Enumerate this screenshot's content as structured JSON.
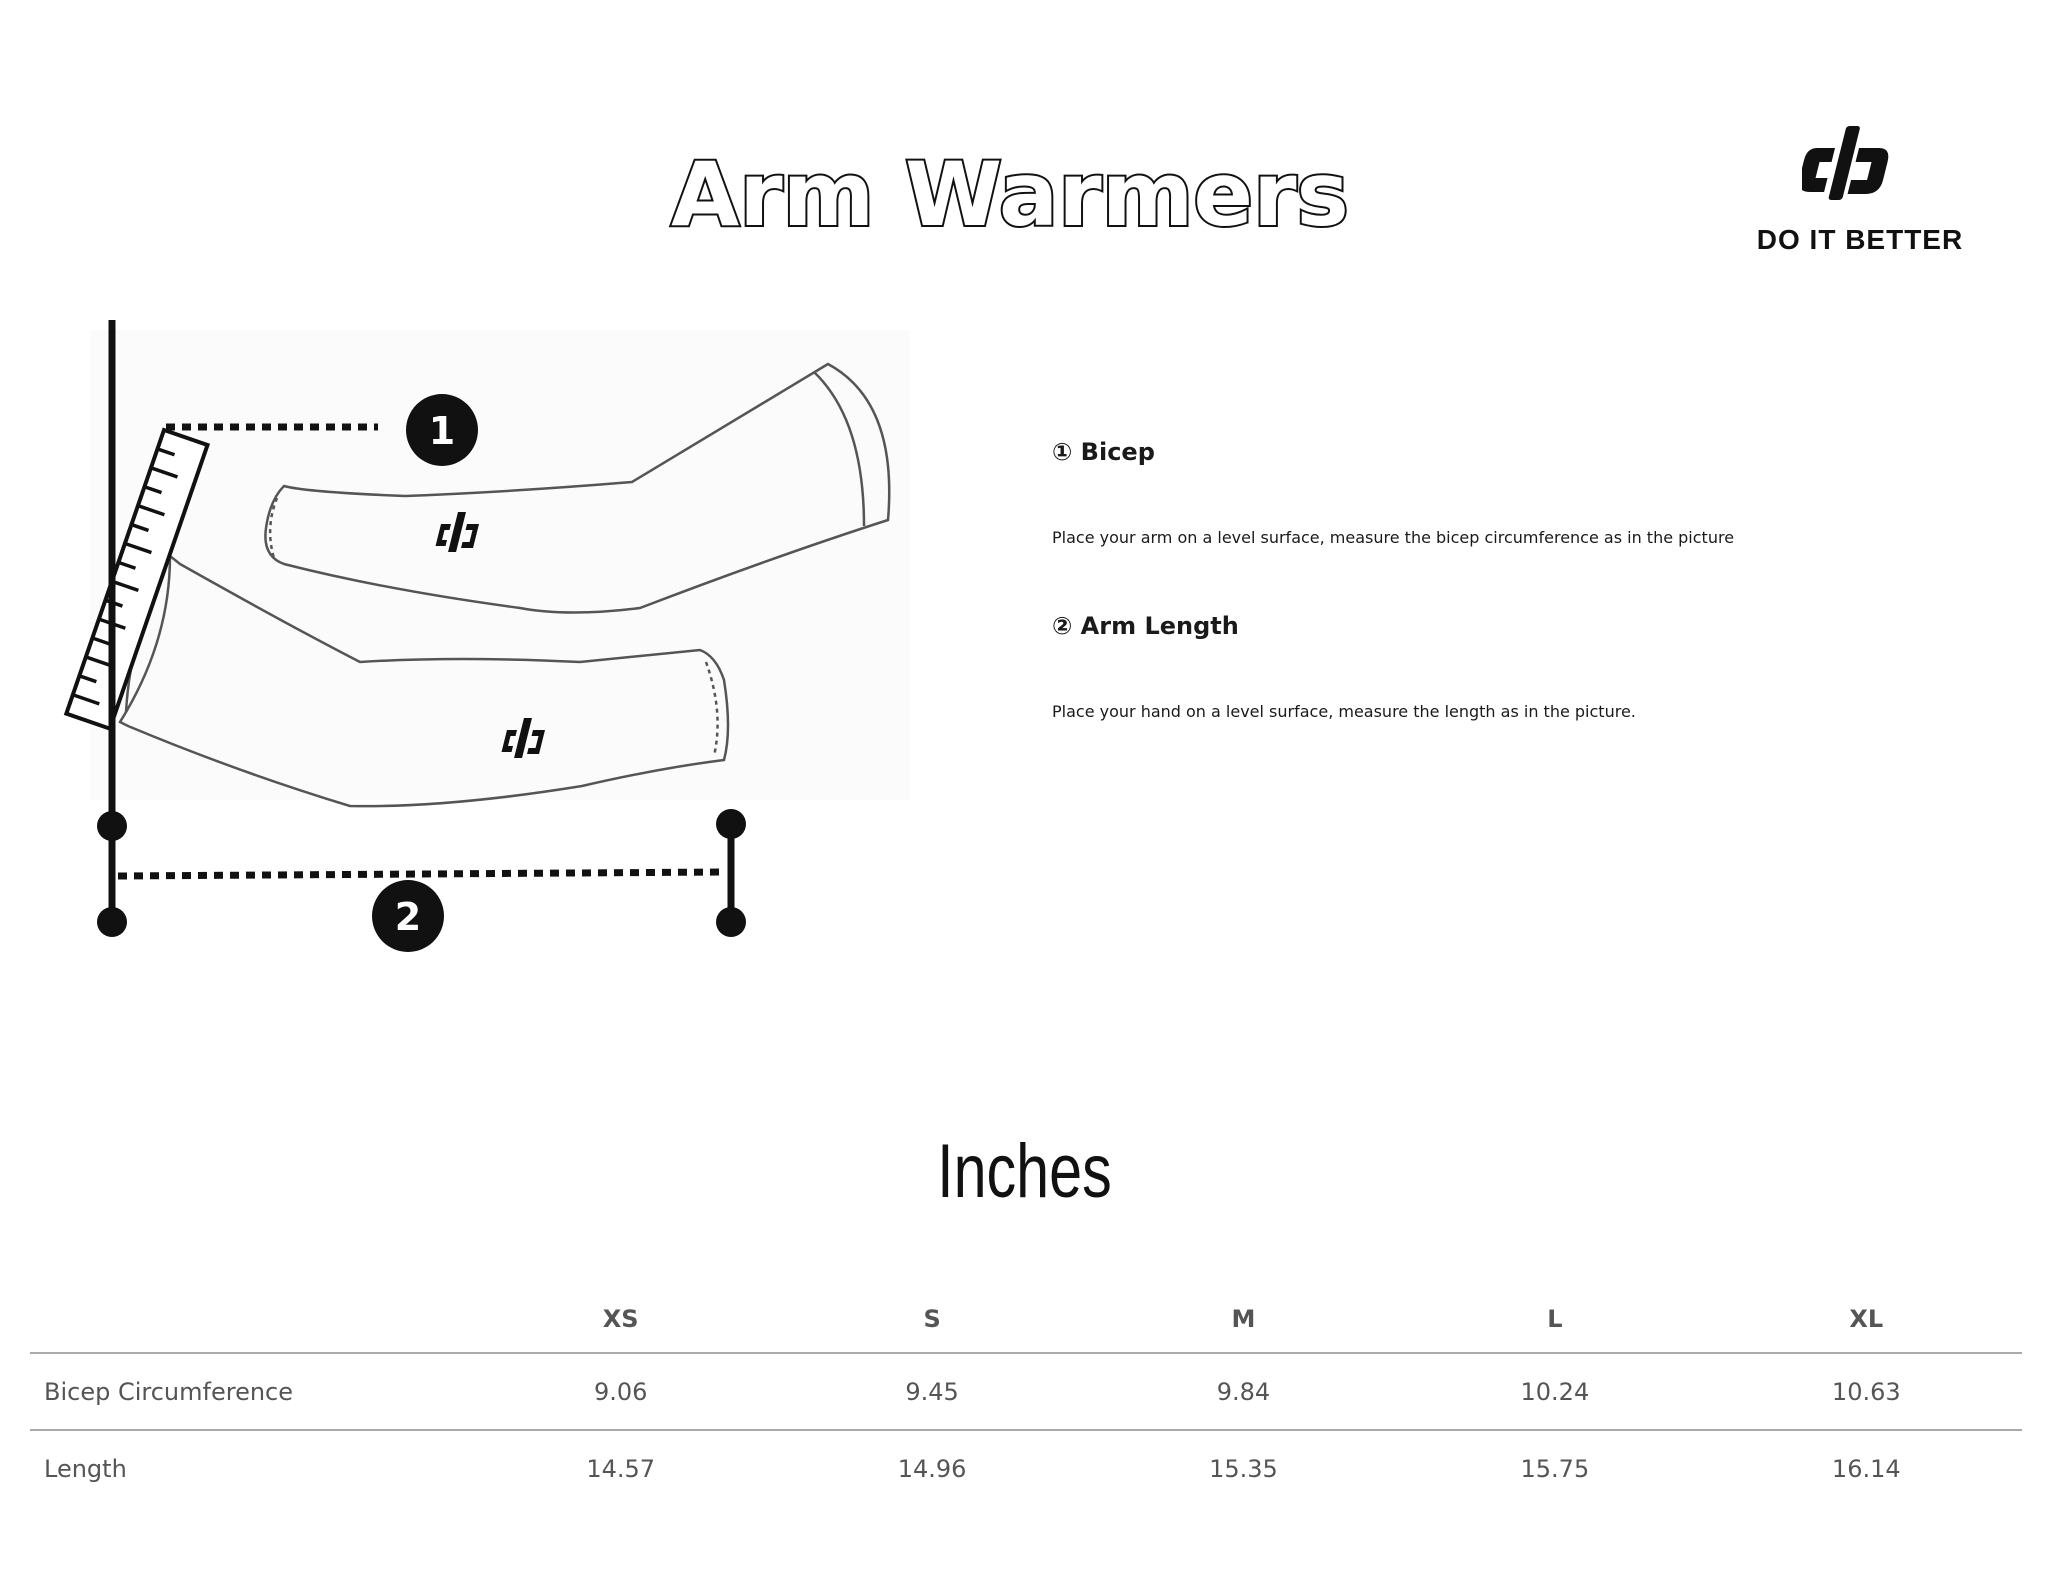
{
  "title": "Arm Warmers",
  "brand": {
    "name": "DO IT BETTER",
    "logo_icon": "db-logo-icon"
  },
  "diagram": {
    "marker_1": "1",
    "marker_2": "2"
  },
  "instructions": [
    {
      "heading": "① Bicep",
      "text": "Place your arm on a level surface, measure the bicep circumference as in the picture"
    },
    {
      "heading": "② Arm Length",
      "text": "Place your hand on a level surface, measure the length as in the picture."
    }
  ],
  "units_title": "Inches",
  "table": {
    "columns": [
      "XS",
      "S",
      "M",
      "L",
      "XL"
    ],
    "rows": [
      {
        "label": "Bicep Circumference",
        "values": [
          "9.06",
          "9.45",
          "9.84",
          "10.24",
          "10.63"
        ]
      },
      {
        "label": "Length",
        "values": [
          "14.57",
          "14.96",
          "15.35",
          "15.75",
          "16.14"
        ]
      }
    ]
  }
}
